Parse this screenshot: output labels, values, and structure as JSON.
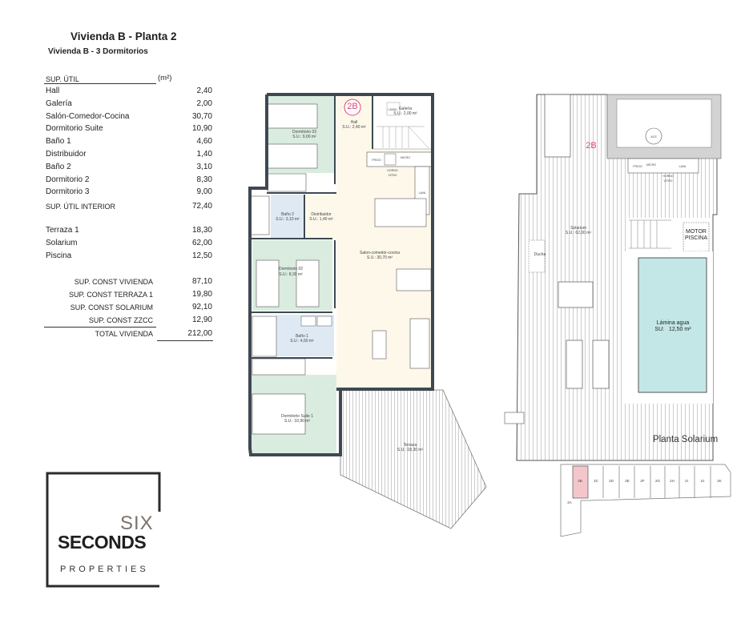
{
  "header": {
    "title": "Vivienda B - Planta 2",
    "subtitle": "Vivienda B - 3 Dormitorios"
  },
  "table": {
    "header_label": "SUP. ÚTIL",
    "unit": "(m²)",
    "rows": [
      {
        "label": "Hall",
        "value": "2,40"
      },
      {
        "label": "Galería",
        "value": "2,00"
      },
      {
        "label": "Salón-Comedor-Cocina",
        "value": "30,70"
      },
      {
        "label": "Dormitorio Suite",
        "value": "10,90"
      },
      {
        "label": "Baño 1",
        "value": "4,60"
      },
      {
        "label": "Distribuidor",
        "value": "1,40"
      },
      {
        "label": "Baño 2",
        "value": "3,10"
      },
      {
        "label": "Dormitorio 2",
        "value": "8,30"
      },
      {
        "label": "Dormitorio 3",
        "value": "9,00"
      }
    ],
    "interior": {
      "label": "SUP. ÚTIL INTERIOR",
      "value": "72,40"
    },
    "exterior": [
      {
        "label": "Terraza 1",
        "value": "18,30"
      },
      {
        "label": "Solarium",
        "value": "62,00"
      },
      {
        "label": "Piscina",
        "value": "12,50"
      }
    ],
    "constructed": [
      {
        "label": "SUP. CONST VIVIENDA",
        "value": "87,10"
      },
      {
        "label": "SUP. CONST TERRAZA 1",
        "value": "19,80"
      },
      {
        "label": "SUP. CONST SOLARIUM",
        "value": "92,10"
      },
      {
        "label": "SUP. CONST ZZCC",
        "value": "12,90"
      }
    ],
    "total": {
      "label": "TOTAL VIVIENDA",
      "value": "212,00"
    }
  },
  "plan": {
    "unit_tag": "2B",
    "dorm3": {
      "name": "Dormitorio 03",
      "area": "S.U.: 9,00 m²"
    },
    "hall": {
      "name": "Hall",
      "area": "S.U.: 2,40 m²"
    },
    "galeria": {
      "name": "Galería",
      "area": "S.U.: 2,00 m²",
      "lavad": "LAVAD"
    },
    "kitchen": {
      "frigo": "FRIGO",
      "micro": "MICRO",
      "horno": "HORNO VITRO",
      "lava": "LAVA"
    },
    "bano2": {
      "name": "Baño 2",
      "area": "S.U.: 3,10 m²"
    },
    "distribuidor": {
      "name": "Distribuidor",
      "area": "S.U.: 1,40 m²"
    },
    "salon": {
      "name": "Salon-comedor-cocina",
      "area": "S.U.: 30,70 m²"
    },
    "dorm2": {
      "name": "Dormitorio 02",
      "area": "S.U.: 8,30 m²"
    },
    "bano1": {
      "name": "Baño 1",
      "area": "S.U.: 4,60 m²"
    },
    "suite": {
      "name": "Dormitorio Suite 1",
      "area": "S.U.: 10,90 m²"
    },
    "terraza": {
      "name": "Terraza",
      "area": "S.U.: 18,30 m²"
    }
  },
  "solarium": {
    "unit_tag": "2B",
    "solarium": {
      "name": "Solarium",
      "area": "S.U.: 62,00 m²"
    },
    "ducha": "Ducha",
    "acs": "ACS",
    "motor": "MOTOR PISCINA",
    "pool": {
      "name": "Lámina agua",
      "area": "SU:   12,50 m²"
    },
    "kitchen": {
      "frigo": "FRIGO",
      "micro": "MICRO",
      "horno": "HORNO VITRO",
      "lava": "LAVA"
    },
    "caption": "Planta Solarium",
    "key_units": [
      "2B",
      "2C",
      "2D",
      "2E",
      "2F",
      "2G",
      "2H",
      "2I",
      "2J",
      "2K",
      "2A"
    ]
  },
  "logo": {
    "line1": "SIX",
    "line2": "SECONDS",
    "line3": "PROPERTIES"
  },
  "colors": {
    "bedroom": "#d9ecdf",
    "bath": "#dfe9f4",
    "living": "#fdf8ea",
    "pool": "#c2e7e6",
    "wall": "#3f4852",
    "accent": "#e0457a",
    "highlight": "#f4c6cc"
  }
}
